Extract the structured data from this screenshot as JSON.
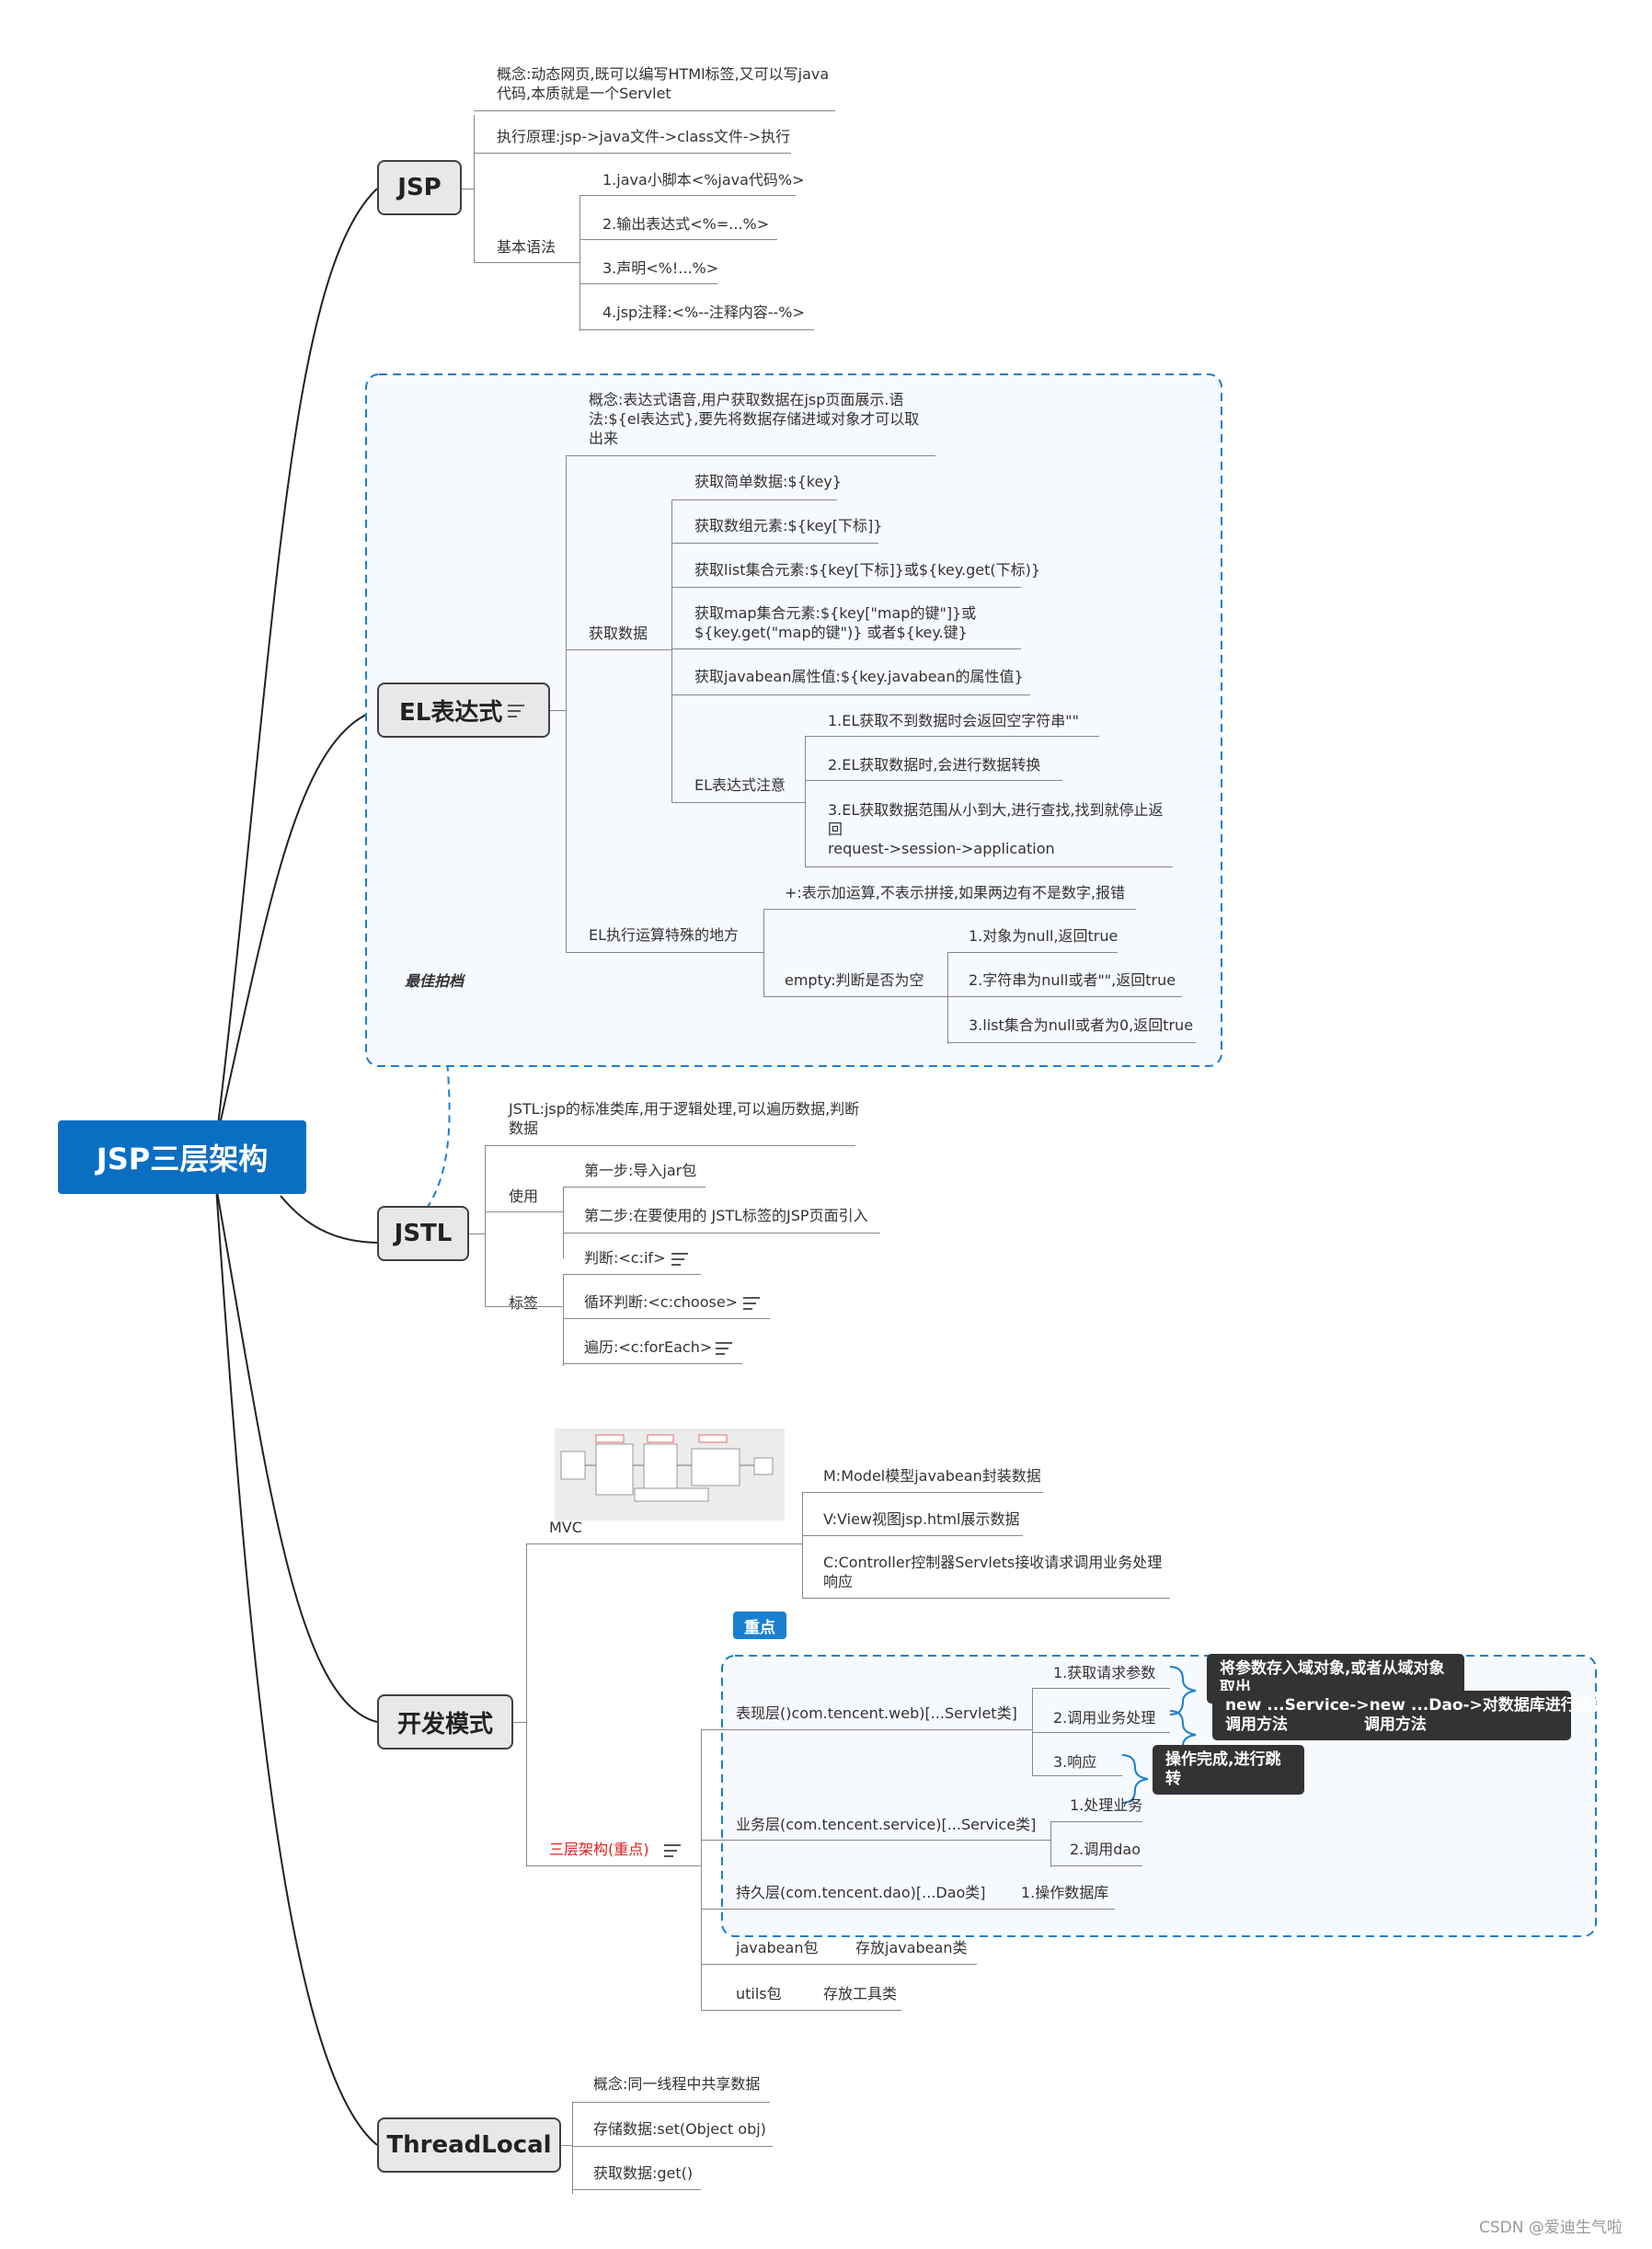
{
  "root": {
    "label": "JSP三层架构"
  },
  "watermark": "CSDN @爱迪生气啦",
  "jsp": {
    "label": "JSP",
    "concept": "概念:动态网页,既可以编写HTMl标签,又可以写java代码,本质就是一个Servlet",
    "principle": "执行原理:jsp->java文件->class文件->执行",
    "syntax_label": "基本语法",
    "syntax": [
      "1.java小脚本<%java代码%>",
      "2.输出表达式<%=...%>",
      "3.声明<%!...%>",
      "4.jsp注释:<%--注释内容--%>"
    ]
  },
  "el": {
    "label": "EL表达式",
    "concept": "概念:表达式语音,用户获取数据在jsp页面展示.语法:${el表达式},要先将数据存储进域对象才可以取出来",
    "get_label": "获取数据",
    "get_items": [
      "获取简单数据:${key}",
      "获取数组元素:${key[下标]}",
      "获取list集合元素:${key[下标]}或${key.get(下标)}",
      "获取map集合元素:${key[\"map的键\"]}或${key.get(\"map的键\")} 或者${key.键}",
      "获取javabean属性值:${key.javabean的属性值}"
    ],
    "notice_label": "EL表达式注意",
    "notice_items": [
      "1.EL获取不到数据时会返回空字符串\"\"",
      "2.EL获取数据时,会进行数据转换",
      "3.EL获取数据范围从小到大,进行查找,找到就停止返回\nrequest->session->application"
    ],
    "calc_label": "EL执行运算特殊的地方",
    "plus": "+:表示加运算,不表示拼接,如果两边有不是数字,报错",
    "empty_label": "empty:判断是否为空",
    "empty_items": [
      "1.对象为null,返回true",
      "2.字符串为null或者\"\",返回true",
      "3.list集合为null或者为0,返回true"
    ],
    "relation_label": "最佳拍档"
  },
  "jstl": {
    "label": "JSTL",
    "concept": "JSTL:jsp的标准类库,用于逻辑处理,可以遍历数据,判断数据",
    "use_label": "使用",
    "use_items": [
      "第一步:导入jar包",
      "第二步:在要使用的 JSTL标签的JSP页面引入"
    ],
    "tag_label": "标签",
    "tag_items": [
      "判断:<c:if>",
      "循环判断:<c:choose>",
      "遍历:<c:forEach>"
    ]
  },
  "dev": {
    "label": "开发模式",
    "mvc_label": "MVC",
    "mvc_items": [
      "M:Model模型javabean封装数据",
      "V:View视图jsp.html展示数据",
      "C:Controller控制器Servlets接收请求调用业务处理响应"
    ],
    "three_label": "三层架构(重点)",
    "badge": "重点",
    "web_label": "表现层()com.tencent.web)[...Servlet类]",
    "web_items": [
      "1.获取请求参数",
      "2.调用业务处理",
      "3.响应"
    ],
    "web_notes": [
      "将参数存入域对象,或者从域对象取出",
      "new ...Service->new ...Dao->对数据库进行操作\n调用方法              调用方法",
      "操作完成,进行跳转"
    ],
    "service_label": "业务层(com.tencent.service)[...Service类]",
    "service_items": [
      "1.处理业务",
      "2.调用dao"
    ],
    "dao_label": "持久层(com.tencent.dao)[...Dao类]",
    "dao_item": "1.操作数据库",
    "javabean_label": "javabean包",
    "javabean_item": "存放javabean类",
    "utils_label": "utils包",
    "utils_item": "存放工具类"
  },
  "threadlocal": {
    "label": "ThreadLocal",
    "items": [
      "概念:同一线程中共享数据",
      "存储数据:set(Object obj)",
      "获取数据:get()"
    ]
  },
  "colors": {
    "root": "#0a6fc2",
    "branch": "#222222",
    "dashed": "#1a7fd0",
    "highlight": "#e02020"
  }
}
